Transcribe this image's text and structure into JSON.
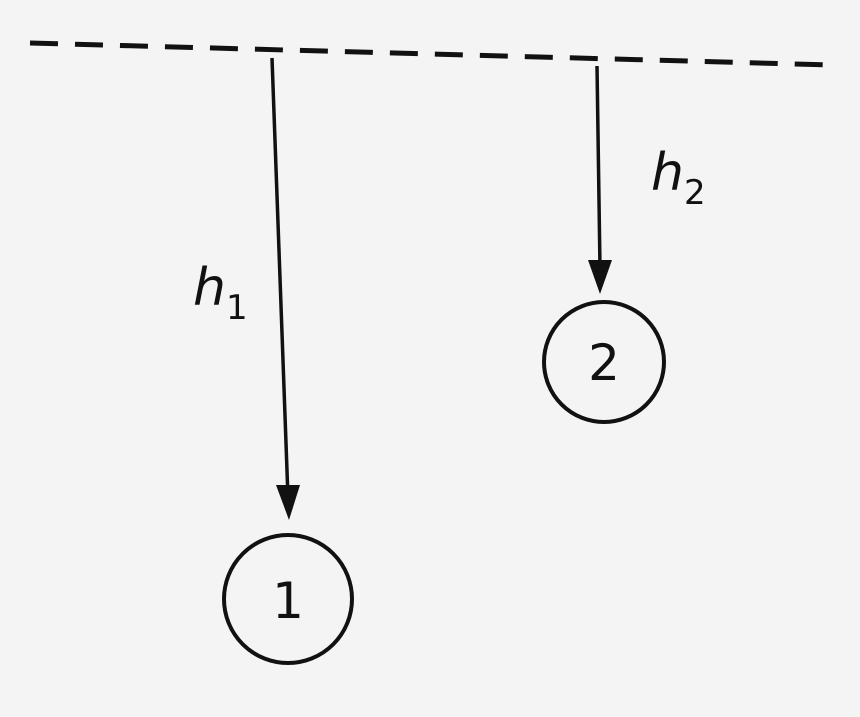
{
  "diagram": {
    "reference_line": "dashed",
    "height_labels": [
      {
        "symbol": "h",
        "subscript": "1"
      },
      {
        "symbol": "h",
        "subscript": "2"
      }
    ],
    "objects": [
      {
        "label": "1"
      },
      {
        "label": "2"
      }
    ],
    "colors": {
      "background": "#f4f4f4",
      "ink": "#111111"
    }
  }
}
